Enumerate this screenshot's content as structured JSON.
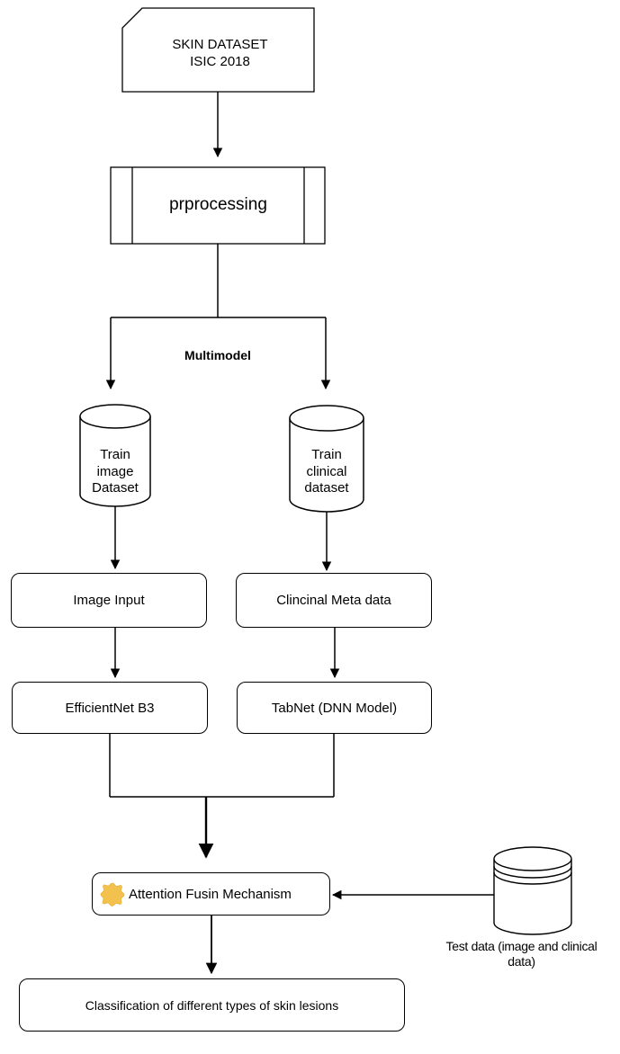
{
  "source": {
    "line1": "SKIN DATASET",
    "line2": "ISIC 2018"
  },
  "preprocessing": {
    "label": "prprocessing"
  },
  "branch": {
    "label": "Multimodel"
  },
  "image_branch": {
    "dataset": {
      "line1": "Train",
      "line2": "image",
      "line3": "Dataset"
    },
    "input": "Image Input",
    "model": "EfficientNet B3"
  },
  "clinical_branch": {
    "dataset": {
      "line1": "Train",
      "line2": "clinical",
      "line3": "dataset"
    },
    "input": "Clincinal Meta data",
    "model": "TabNet (DNN Model)"
  },
  "fusion": {
    "label": "Attention Fusin Mechanism",
    "icon": "gear-icon",
    "icon_color": "#f2c14e"
  },
  "test_data": {
    "line1": "Test data (image and clinical",
    "line2": "data)"
  },
  "output": {
    "label": "Classification of different types of skin lesions"
  }
}
